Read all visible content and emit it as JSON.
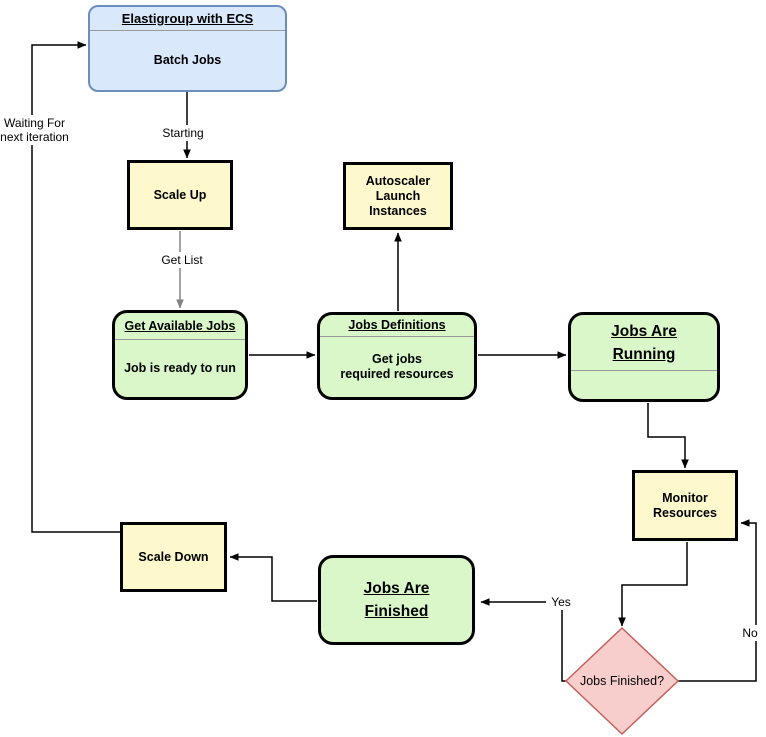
{
  "colors": {
    "blue_fill": "#dae8fc",
    "blue_border": "#6c8ebf",
    "green_fill": "#d9f7c9",
    "yellow_fill": "#fdf9cd",
    "pink_fill": "#f8cecc",
    "pink_border": "#c4625d",
    "node_border": "#000000",
    "divider": "#999999",
    "edge": "#000000",
    "edge_gray": "#828282"
  },
  "nodes": {
    "elastigroup": {
      "title": "Elastigroup with ECS",
      "body": "Batch Jobs"
    },
    "scale_up": {
      "label": "Scale Up"
    },
    "autoscaler": {
      "label": "Autoscaler\nLaunch\nInstances"
    },
    "get_available_jobs": {
      "title": "Get Available Jobs",
      "body": "Job is ready to run"
    },
    "jobs_definitions": {
      "title": "Jobs Definitions",
      "body": "Get jobs\nrequired resources"
    },
    "jobs_are_running": {
      "title": "Jobs Are\nRunning"
    },
    "monitor_resources": {
      "label": "Monitor\nResources"
    },
    "jobs_finished_decision": {
      "label": "Jobs Finished?"
    },
    "jobs_are_finished": {
      "title": "Jobs Are\nFinished"
    },
    "scale_down": {
      "label": "Scale Down"
    }
  },
  "edge_labels": {
    "starting": "Starting",
    "get_list": "Get List",
    "waiting": "Waiting For\nnext iteration",
    "yes": "Yes",
    "no": "No"
  }
}
